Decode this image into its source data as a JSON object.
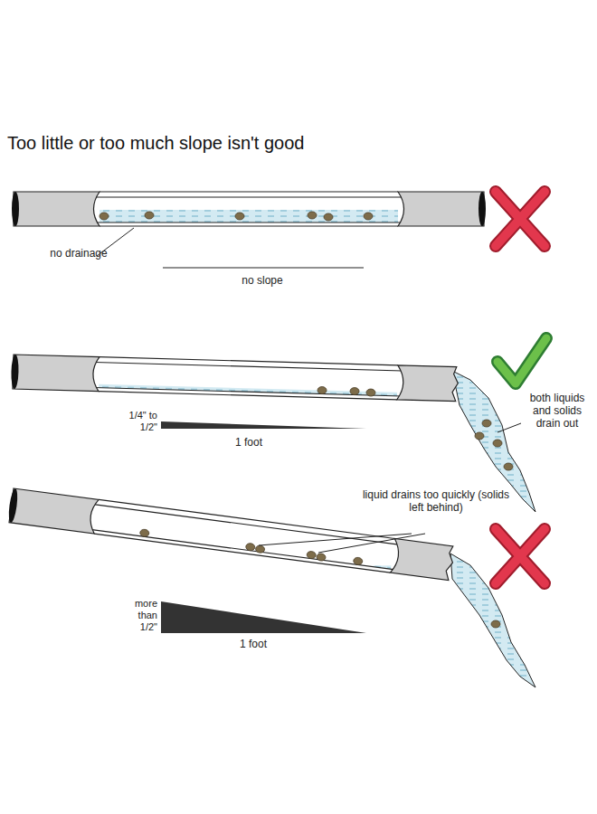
{
  "diagram": {
    "title": "Too little or too much slope isn't good",
    "labels": [
      "no drainage",
      "no slope",
      "1/4\" to 1/2\"",
      "1 foot",
      "both liquids and solids drain out",
      "liquid drains too quickly (solids left behind)",
      "more than 1/2\"",
      "1 foot"
    ]
  }
}
